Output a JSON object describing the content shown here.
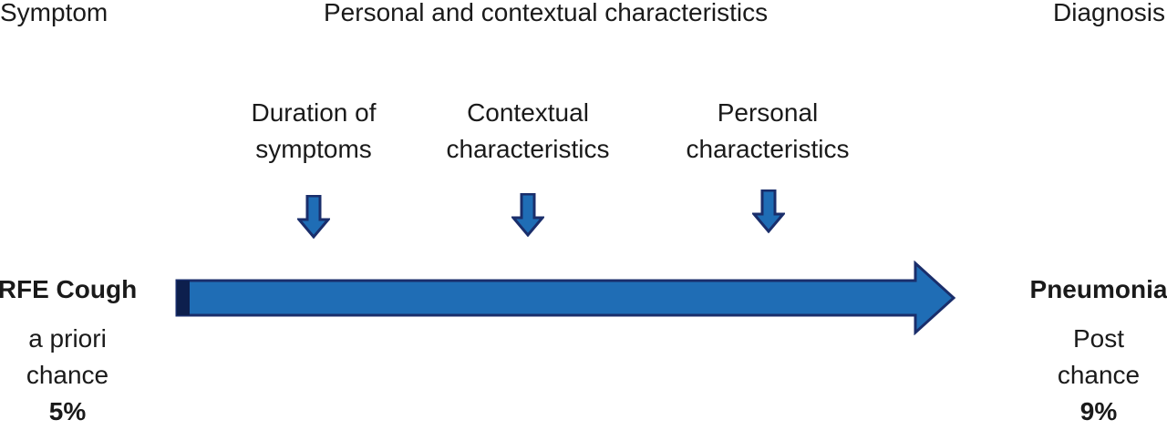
{
  "headers": {
    "symptom": "Symptom",
    "personal": "Personal and contextual characteristics",
    "diagnosis": "Diagnosis"
  },
  "factors": [
    {
      "line1": "Duration of",
      "line2": "symptoms"
    },
    {
      "line1": "Contextual",
      "line2": "characteristics"
    },
    {
      "line1": "Personal",
      "line2": "characteristics"
    }
  ],
  "left": {
    "title": "RFE Cough",
    "line1": "a priori",
    "line2": "chance",
    "value": "5%"
  },
  "right": {
    "title": "Pneumonia",
    "line1": "Post",
    "line2": "chance",
    "value": "9%"
  },
  "colors": {
    "arrow_fill": "#1f6db5",
    "arrow_border": "#1a2e6b",
    "arrow_tail": "#0d1f4d"
  },
  "icons": {
    "factor_arrow": "down-arrow-icon",
    "main_arrow": "right-arrow-icon"
  }
}
